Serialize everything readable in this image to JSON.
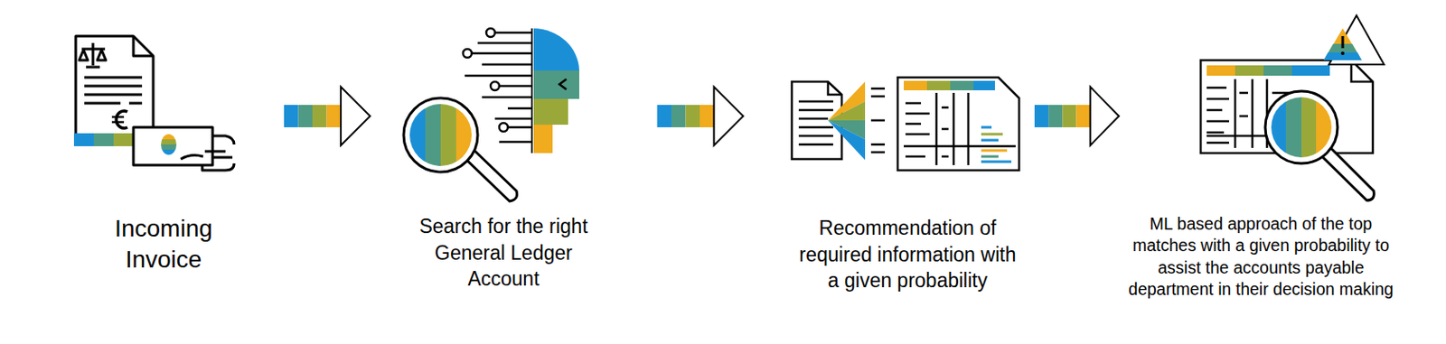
{
  "diagram": {
    "nodes": [
      {
        "text": [
          "Incoming Invoice"
        ]
      },
      {
        "text": [
          "Search for the right General Ledger Account"
        ]
      },
      {
        "text": [
          "Recommendation of required information with a given probability"
        ]
      },
      {
        "text": [
          "ML based approach of the top matches with a given probability to assist the accounts payable department in their decision making"
        ]
      }
    ],
    "edges": [
      {
        "from": 0,
        "to": 1,
        "arrow": "to"
      },
      {
        "from": 1,
        "to": 2,
        "arrow": "to"
      },
      {
        "from": 2,
        "to": 3,
        "arrow": "to"
      }
    ]
  }
}
